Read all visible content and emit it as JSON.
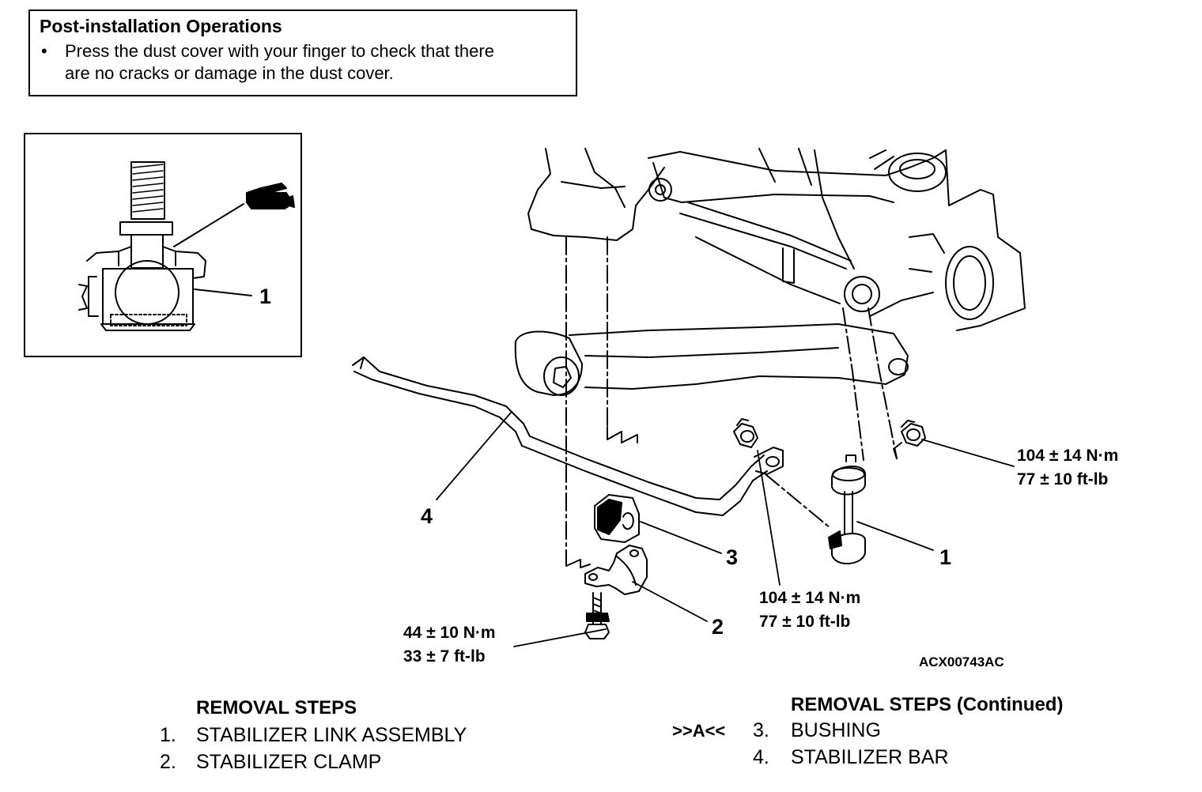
{
  "note": {
    "title": "Post-installation Operations",
    "bullet": "•",
    "line1": "Press the dust cover with your finger to check that there",
    "line2": "are no cracks or damage in the dust cover."
  },
  "inset": {
    "callout": "1"
  },
  "callouts": {
    "c1": "1",
    "c2": "2",
    "c3": "3",
    "c4": "4"
  },
  "torques": {
    "right": {
      "nm": "104 ± 14 N·m",
      "ftlb": "77 ± 10 ft-lb"
    },
    "center": {
      "nm": "104 ± 14 N·m",
      "ftlb": "77 ± 10 ft-lb"
    },
    "left": {
      "nm": "44 ± 10 N·m",
      "ftlb": "33 ± 7 ft-lb"
    }
  },
  "figure_code": "ACX00743AC",
  "steps_left": {
    "heading": "REMOVAL STEPS",
    "items": [
      {
        "num": "1.",
        "label": "STABILIZER LINK ASSEMBLY"
      },
      {
        "num": "2.",
        "label": "STABILIZER CLAMP"
      }
    ]
  },
  "steps_right": {
    "heading": "REMOVAL STEPS (Continued)",
    "marker": ">>A<<",
    "items": [
      {
        "num": "3.",
        "label": "BUSHING"
      },
      {
        "num": "4.",
        "label": "STABILIZER BAR"
      }
    ]
  }
}
